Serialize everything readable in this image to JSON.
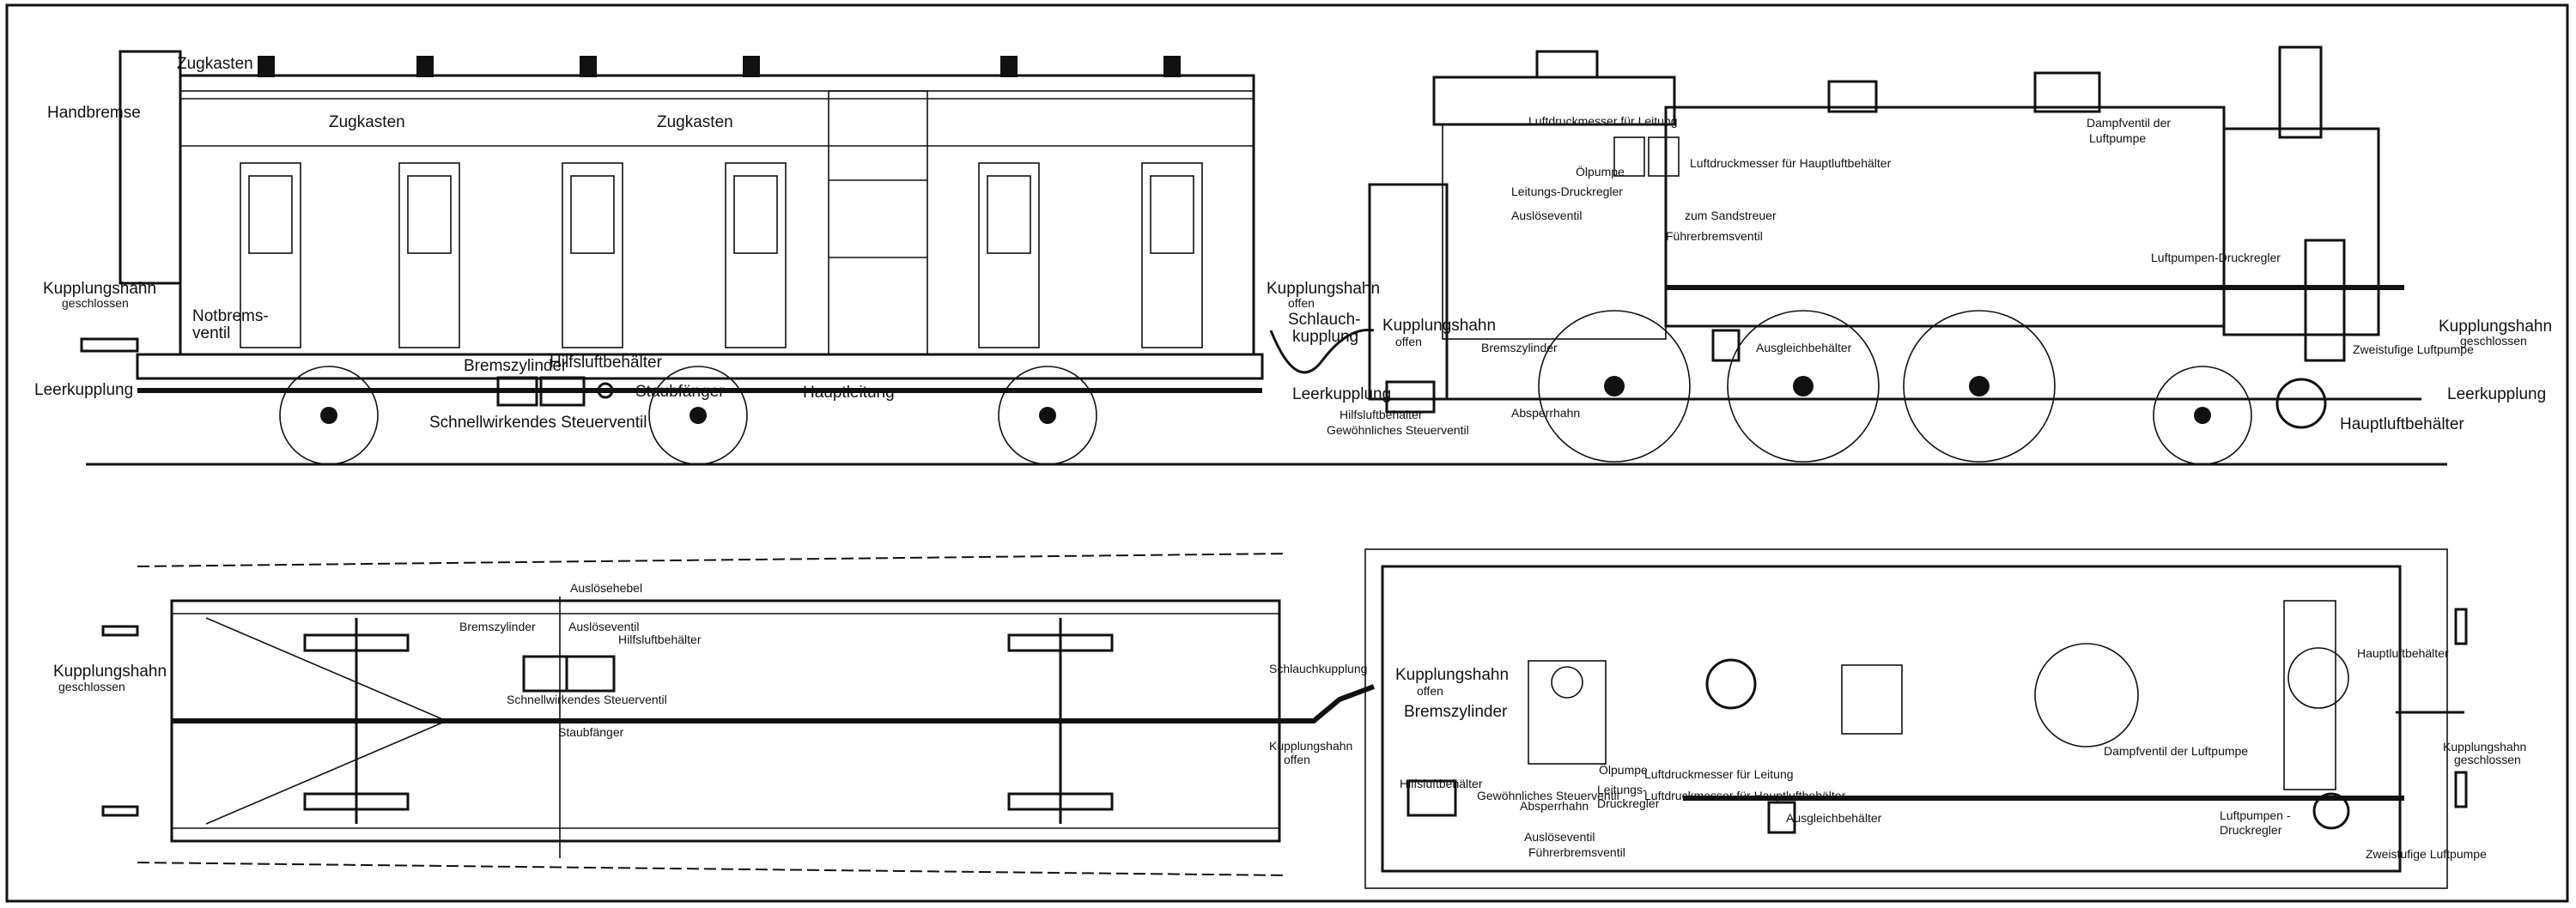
{
  "side_view": {
    "zugkasten_1": "Zugkasten",
    "zugkasten_2": "Zugkasten",
    "zugkasten_3": "Zugkasten",
    "handbremse": "Handbremse",
    "kupplungshahn_left": "Kupplungshahn",
    "kupplungshahn_left_state": "geschlossen",
    "notbremsventil_1": "Notbrems-",
    "notbremsventil_2": "ventil",
    "leerkupplung_left": "Leerkupplung",
    "bremszylinder_wagen": "Bremszylinder",
    "hilfsluftbehaelter_wagen": "Hilfsluftbehälter",
    "staubfaenger": "Staubfänger",
    "schnell_steuerventil": "Schnellwirkendes Steuerventil",
    "hauptleitung": "Hauptleitung",
    "kupplungshahn_wagen_right": "Kupplungshahn",
    "kupplungshahn_wagen_right_state": "offen",
    "schlauchkupplung_1": "Schlauch-",
    "schlauchkupplung_2": "kupplung",
    "kupplungshahn_lok": "Kupplungshahn",
    "kupplungshahn_lok_state": "offen",
    "leerkupplung_mid": "Leerkupplung",
    "hilfsluftbehaelter_lok": "Hilfsluftbehälter",
    "gewoehnliches_steuerventil": "Gewöhnliches Steuerventil",
    "bremszylinder_lok": "Bremszylinder",
    "absperrhahn": "Absperrhahn",
    "ausgleichbehaelter": "Ausgleichbehälter",
    "luftdruckmesser_leitung": "Luftdruckmesser für Leitung",
    "oelpumpe": "Ölpumpe",
    "luftdruckmesser_haupt": "Luftdruckmesser für Hauptluftbehälter",
    "leitungs_druckregler": "Leitungs-Druckregler",
    "ausloeseventil": "Auslöseventil",
    "zum_sandstreuer": "zum Sandstreuer",
    "fuehrerbremsventil": "Führerbremsventil",
    "dampfventil_1": "Dampfventil der",
    "dampfventil_2": "Luftpumpe",
    "luftpumpen_druckregler": "Luftpumpen-Druckregler",
    "zweistufige_luftpumpe": "Zweistufige Luftpumpe",
    "kupplungshahn_right": "Kupplungshahn",
    "kupplungshahn_right_state": "geschlossen",
    "leerkupplung_right": "Leerkupplung",
    "hauptluftbehaelter": "Hauptluftbehälter"
  },
  "plan_view": {
    "ausloesehebel": "Auslösehebel",
    "bremszylinder_wagen": "Bremszylinder",
    "ausloeseventil_wagen": "Auslöseventil",
    "hilfsluftbehaelter_wagen": "Hilfsluftbehälter",
    "kupplungshahn_left": "Kupplungshahn",
    "kupplungshahn_left_state": "geschlossen",
    "schnell_steuerventil": "Schnellwirkendes Steuerventil",
    "staubfaenger": "Staubfänger",
    "schlauchkupplung": "Schlauchkupplung",
    "kupplungshahn_wagen": "Kupplungshahn",
    "kupplungshahn_wagen_state": "offen",
    "kupplungshahn_lok": "Kupplungshahn",
    "kupplungshahn_lok_state": "offen",
    "bremszylinder_lok": "Bremszylinder",
    "hilfsluftbehaelter_lok": "Hilfsluftbehälter",
    "gewoehnliches_steuerventil": "Gewöhnliches Steuerventil",
    "absperrhahn": "Absperrhahn",
    "ausloeseventil_lok": "Auslöseventil",
    "fuehrerbremsventil": "Führerbremsventil",
    "oelpumpe": "Ölpumpe",
    "leitungs_druckregler_1": "Leitungs-",
    "leitungs_druckregler_2": "Druckregler",
    "luftdruckmesser_leitung": "Luftdruckmesser für Leitung",
    "luftdruckmesser_haupt": "Luftdruckmesser für Hauptluftbehälter",
    "ausgleichbehaelter": "Ausgleichbehälter",
    "dampfventil": "Dampfventil der Luftpumpe",
    "hauptluftbehaelter": "Hauptluftbehälter",
    "kupplungshahn_right": "Kupplungshahn",
    "kupplungshahn_right_state": "geschlossen",
    "luftpumpen_druckregler_1": "Luftpumpen -",
    "luftpumpen_druckregler_2": "Druckregler",
    "zweistufige_luftpumpe": "Zweistufige Luftpumpe"
  }
}
